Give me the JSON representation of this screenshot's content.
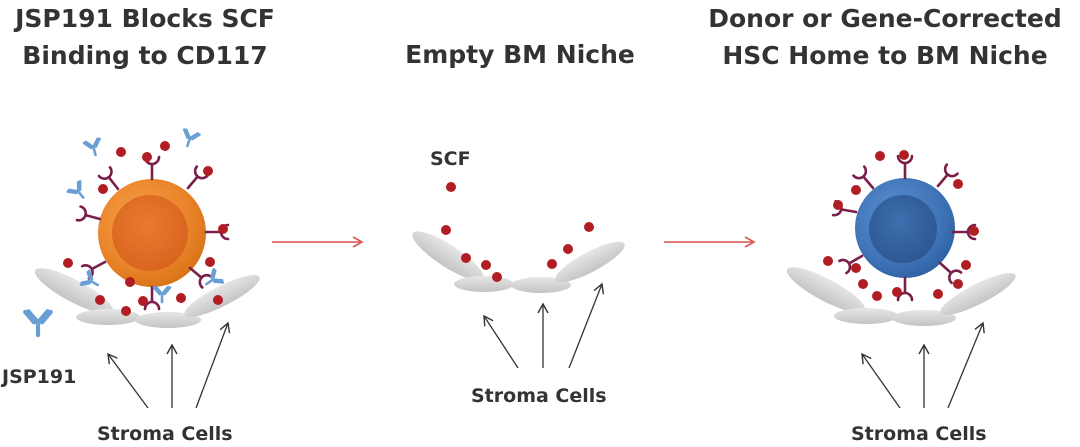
{
  "panels": [
    {
      "title_line1": "JSP191 Blocks SCF",
      "title_line2": "Binding to CD117",
      "caption": "Stroma Cells"
    },
    {
      "title_line1": "Empty BM Niche",
      "caption": "Stroma Cells",
      "ligand_label": "SCF"
    },
    {
      "title_line1": "Donor or Gene-Corrected",
      "title_line2": "HSC Home to BM Niche",
      "caption": "Stroma Cells"
    }
  ],
  "antibody_label": "JSP191",
  "colors": {
    "hsc_blocked": "#ef8a2a",
    "hsc_engrafted": "#3f75b8",
    "scf_dot": "#b01e23",
    "receptor": "#7a1e4a",
    "antibody": "#6a9fd4",
    "stroma": "#cfcfcf",
    "flow_arrow": "#d9534f",
    "pointer_arrow": "#333333"
  }
}
